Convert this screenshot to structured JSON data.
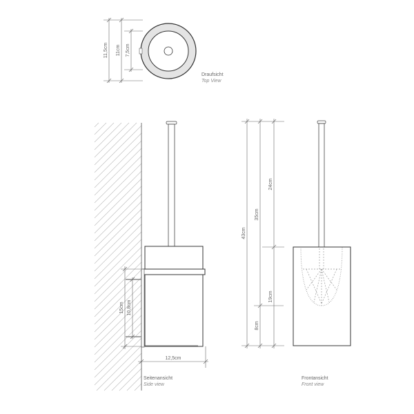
{
  "top_view": {
    "title": "Draufsicht",
    "subtitle": "Top View",
    "dims": [
      "11,5cm",
      "11cm",
      "7,5cm"
    ]
  },
  "side_view": {
    "title": "Seitenansicht",
    "subtitle": "Side view",
    "dims": [
      "15cm",
      "10,8cm",
      "12,5cm"
    ]
  },
  "front_view": {
    "title": "Frontansicht",
    "subtitle": "Front view",
    "dims": [
      "43cm",
      "35cm",
      "24cm",
      "19cm",
      "8cm"
    ]
  }
}
